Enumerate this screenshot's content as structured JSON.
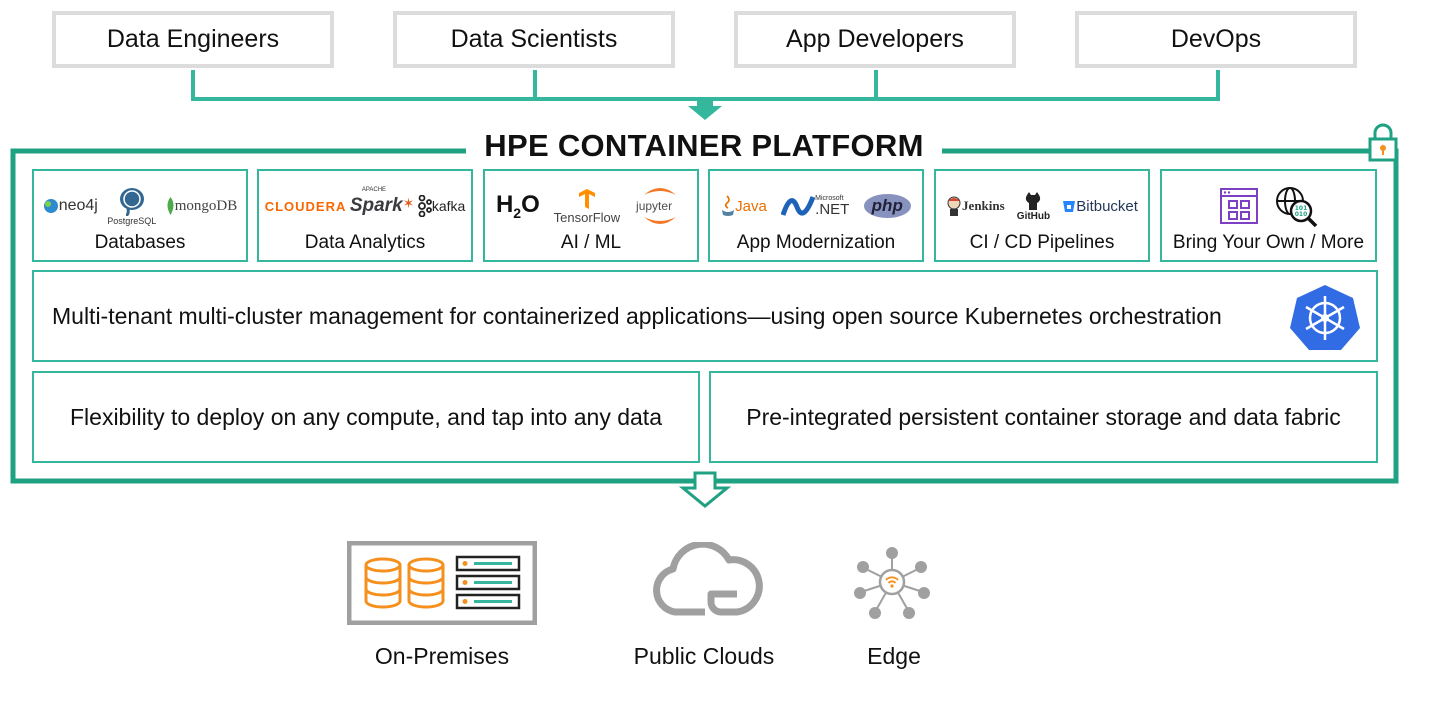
{
  "personas": [
    "Data Engineers",
    "Data Scientists",
    "App Developers",
    "DevOps"
  ],
  "platform": {
    "title": "HPE CONTAINER PLATFORM",
    "categories": [
      {
        "label": "Databases",
        "logos": [
          "neo4j",
          "PostgreSQL",
          "mongoDB"
        ]
      },
      {
        "label": "Data Analytics",
        "logos": [
          "CLOUDERA",
          "APACHE",
          "Spark",
          "kafka"
        ]
      },
      {
        "label": "AI / ML",
        "logos": [
          "H",
          "2",
          "O",
          "TensorFlow",
          "jupyter"
        ]
      },
      {
        "label": "App Modernization",
        "logos": [
          "Java",
          "Microsoft",
          ".NET",
          "php"
        ]
      },
      {
        "label": "CI / CD Pipelines",
        "logos": [
          "Jenkins",
          "GitHub",
          "Bitbucket"
        ]
      },
      {
        "label": "Bring Your Own / More",
        "logos": []
      }
    ],
    "management": "Multi-tenant multi-cluster management for containerized applications—using open source Kubernetes orchestration",
    "flexibility": "Flexibility to deploy on any compute, and tap into any data",
    "storage": "Pre-integrated persistent container storage and data fabric"
  },
  "targets": [
    "On-Premises",
    "Public Clouds",
    "Edge"
  ],
  "colors": {
    "accent": "#35b79d",
    "frame": "#1fa183",
    "orange": "#f5901e",
    "gray": "#a0a0a0",
    "k8s": "#326ce5"
  },
  "icons": [
    "padlock-icon",
    "kubernetes-icon",
    "database-icon",
    "server-rack-icon",
    "cloud-icon",
    "edge-network-icon"
  ]
}
